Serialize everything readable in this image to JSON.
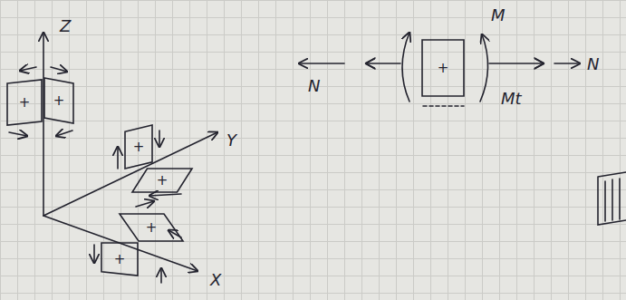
{
  "diagram": {
    "nodes": [
      {
        "text": [
          "+"
        ]
      },
      {
        "text": [
          "+"
        ]
      },
      {
        "text": [
          "+"
        ]
      },
      {
        "text": [
          "+"
        ]
      },
      {
        "text": [
          "+"
        ]
      },
      {
        "text": [
          "+"
        ]
      },
      {
        "text": [
          "+"
        ]
      }
    ],
    "labels": [
      "Z",
      "M",
      "N",
      "Mt",
      "N",
      "Y",
      "X"
    ]
  }
}
